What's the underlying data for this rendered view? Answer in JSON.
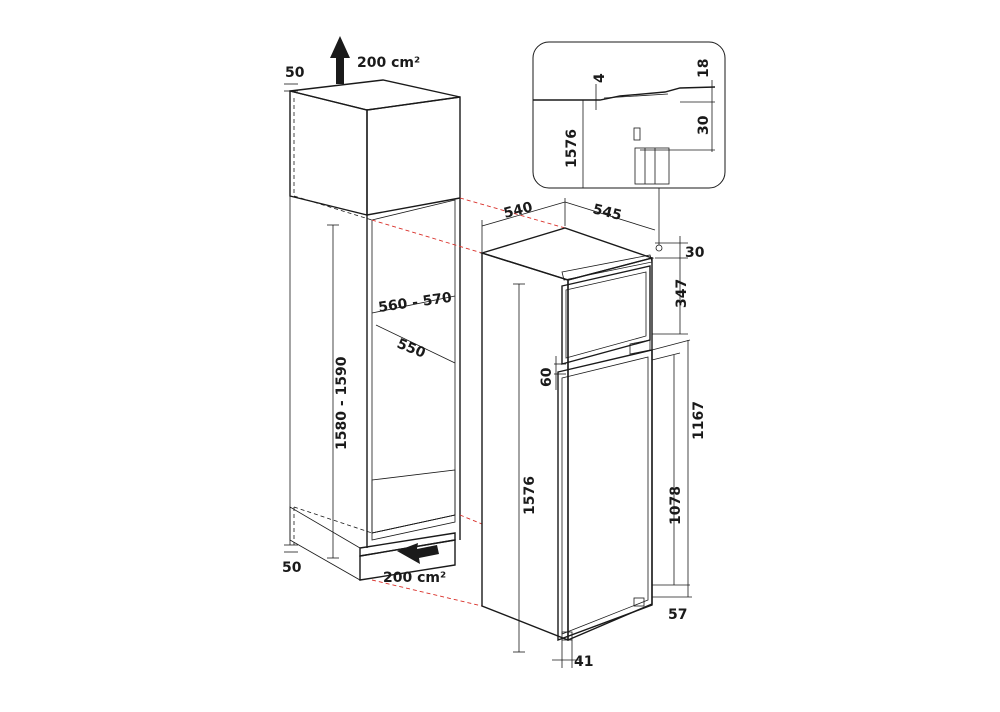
{
  "diagram": {
    "airflow": {
      "top_area": "200 cm²",
      "bottom_area": "200 cm²"
    },
    "niche": {
      "gap_top": "50",
      "gap_bottom": "50",
      "height": "1580 - 1590",
      "width": "560 - 570",
      "depth": "550"
    },
    "appliance": {
      "width": "540",
      "depth": "545",
      "top_offset": "30",
      "freezer_door": "347",
      "door_gap": "60",
      "height": "1576",
      "fridge_section": "1167",
      "fridge_door": "1078",
      "bottom_offset": "57",
      "foot_depth": "41"
    },
    "detail": {
      "height": "1576",
      "gap": "4",
      "top_value": "18",
      "lower_value": "30"
    },
    "colors": {
      "line": "#1a1a1a",
      "alignment_lines": "#d9302a",
      "cavity": "#b0b0b0"
    }
  }
}
